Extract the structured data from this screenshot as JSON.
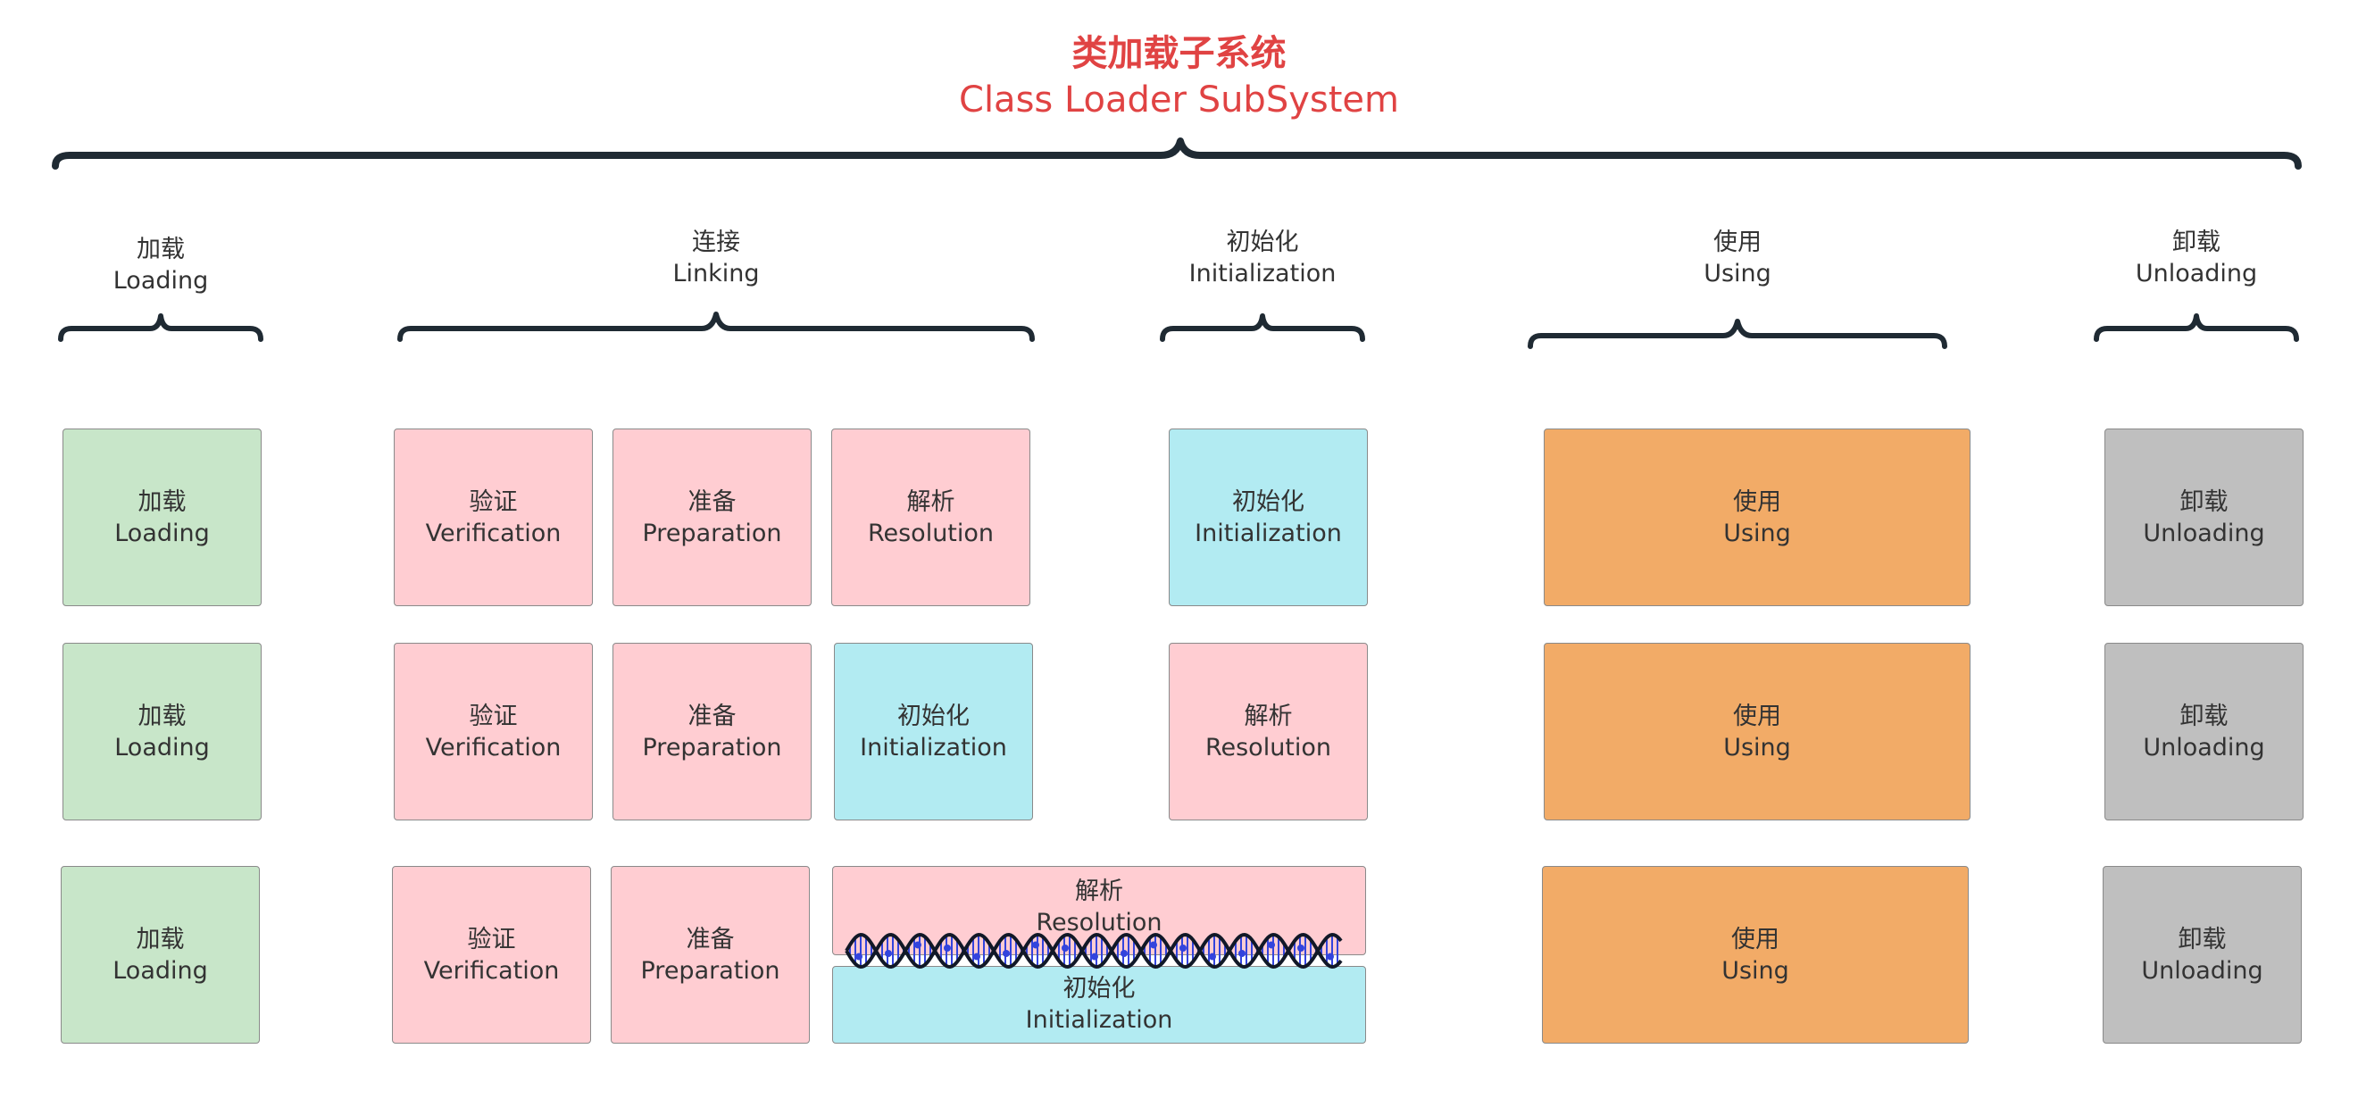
{
  "title": {
    "cn": "类加载子系统",
    "en": "Class Loader SubSystem"
  },
  "phases": {
    "loading": {
      "cn": "加载",
      "en": "Loading"
    },
    "linking": {
      "cn": "连接",
      "en": "Linking"
    },
    "initialization": {
      "cn": "初始化",
      "en": "Initialization"
    },
    "using": {
      "cn": "使用",
      "en": "Using"
    },
    "unloading": {
      "cn": "卸载",
      "en": "Unloading"
    }
  },
  "rows": [
    {
      "cells": [
        {
          "cn": "加载",
          "en": "Loading"
        },
        {
          "cn": "验证",
          "en": "Verification"
        },
        {
          "cn": "准备",
          "en": "Preparation"
        },
        {
          "cn": "解析",
          "en": "Resolution"
        },
        {
          "cn": "初始化",
          "en": "Initialization"
        },
        {
          "cn": "使用",
          "en": "Using"
        },
        {
          "cn": "卸载",
          "en": "Unloading"
        }
      ]
    },
    {
      "cells": [
        {
          "cn": "加载",
          "en": "Loading"
        },
        {
          "cn": "验证",
          "en": "Verification"
        },
        {
          "cn": "准备",
          "en": "Preparation"
        },
        {
          "cn": "初始化",
          "en": "Initialization"
        },
        {
          "cn": "解析",
          "en": "Resolution"
        },
        {
          "cn": "使用",
          "en": "Using"
        },
        {
          "cn": "卸载",
          "en": "Unloading"
        }
      ]
    },
    {
      "cells": [
        {
          "cn": "加载",
          "en": "Loading"
        },
        {
          "cn": "验证",
          "en": "Verification"
        },
        {
          "cn": "准备",
          "en": "Preparation"
        },
        {
          "cn": "解析",
          "en": "Resolution"
        },
        {
          "cn": "初始化",
          "en": "Initialization"
        },
        {
          "cn": "使用",
          "en": "Using"
        },
        {
          "cn": "卸载",
          "en": "Unloading"
        }
      ]
    }
  ],
  "colors": {
    "title": "#e04343",
    "loading": "#c8e6c9",
    "linking": "#ffcdd2",
    "initialization": "#b2ebf2",
    "using": "#f2ab67",
    "unloading": "#bfbfbf",
    "brace": "#1f2a33",
    "dna": "#3344dd"
  }
}
